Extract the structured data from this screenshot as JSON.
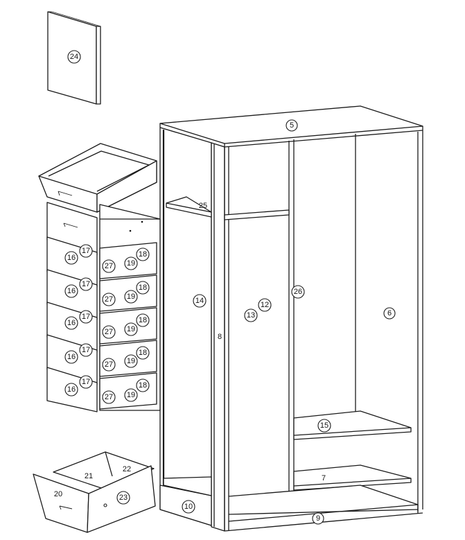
{
  "callouts": [
    {
      "id": "c24",
      "label": "24"
    },
    {
      "id": "c5",
      "label": "5"
    },
    {
      "id": "c14",
      "label": "14"
    },
    {
      "id": "c13",
      "label": "13"
    },
    {
      "id": "c12",
      "label": "12"
    },
    {
      "id": "c26",
      "label": "26"
    },
    {
      "id": "c6",
      "label": "6"
    },
    {
      "id": "c15",
      "label": "15"
    },
    {
      "id": "c10",
      "label": "10"
    },
    {
      "id": "c23",
      "label": "23"
    },
    {
      "id": "c9",
      "label": "9"
    },
    {
      "id": "c17a",
      "label": "17"
    },
    {
      "id": "c17b",
      "label": "17"
    },
    {
      "id": "c17c",
      "label": "17"
    },
    {
      "id": "c17d",
      "label": "17"
    },
    {
      "id": "c17e",
      "label": "17"
    },
    {
      "id": "c16a",
      "label": "16"
    },
    {
      "id": "c16b",
      "label": "16"
    },
    {
      "id": "c16c",
      "label": "16"
    },
    {
      "id": "c16d",
      "label": "16"
    },
    {
      "id": "c16e",
      "label": "16"
    },
    {
      "id": "c27a",
      "label": "27"
    },
    {
      "id": "c27b",
      "label": "27"
    },
    {
      "id": "c27c",
      "label": "27"
    },
    {
      "id": "c27d",
      "label": "27"
    },
    {
      "id": "c27e",
      "label": "27"
    },
    {
      "id": "c19a",
      "label": "19"
    },
    {
      "id": "c19b",
      "label": "19"
    },
    {
      "id": "c19c",
      "label": "19"
    },
    {
      "id": "c19d",
      "label": "19"
    },
    {
      "id": "c19e",
      "label": "19"
    },
    {
      "id": "c18a",
      "label": "18"
    },
    {
      "id": "c18b",
      "label": "18"
    },
    {
      "id": "c18c",
      "label": "18"
    },
    {
      "id": "c18d",
      "label": "18"
    },
    {
      "id": "c18e",
      "label": "18"
    }
  ],
  "labels": [
    {
      "id": "l25",
      "label": "25"
    },
    {
      "id": "l8",
      "label": "8"
    },
    {
      "id": "l7",
      "label": "7"
    },
    {
      "id": "l21",
      "label": "21"
    },
    {
      "id": "l22",
      "label": "22"
    },
    {
      "id": "l20",
      "label": "20"
    }
  ]
}
